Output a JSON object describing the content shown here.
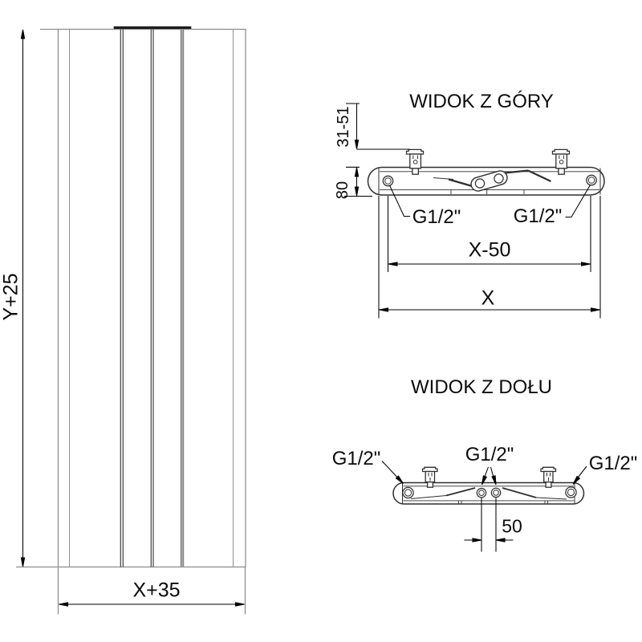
{
  "front_view": {
    "height_dimension": "Y+25",
    "width_dimension": "X+35"
  },
  "top_view": {
    "title": "WIDOK Z GÓRY",
    "wall_distance_dimension": "31-51",
    "depth_dimension": "80",
    "left_connection": "G1/2\"",
    "right_connection": "G1/2\"",
    "connection_spacing_dimension": "X-50",
    "width_dimension": "X"
  },
  "bottom_view": {
    "title": "WIDOK Z DOŁU",
    "left_connection": "G1/2\"",
    "center_connection": "G1/2\"",
    "right_connection": "G1/2\"",
    "center_spacing_dimension": "50"
  }
}
